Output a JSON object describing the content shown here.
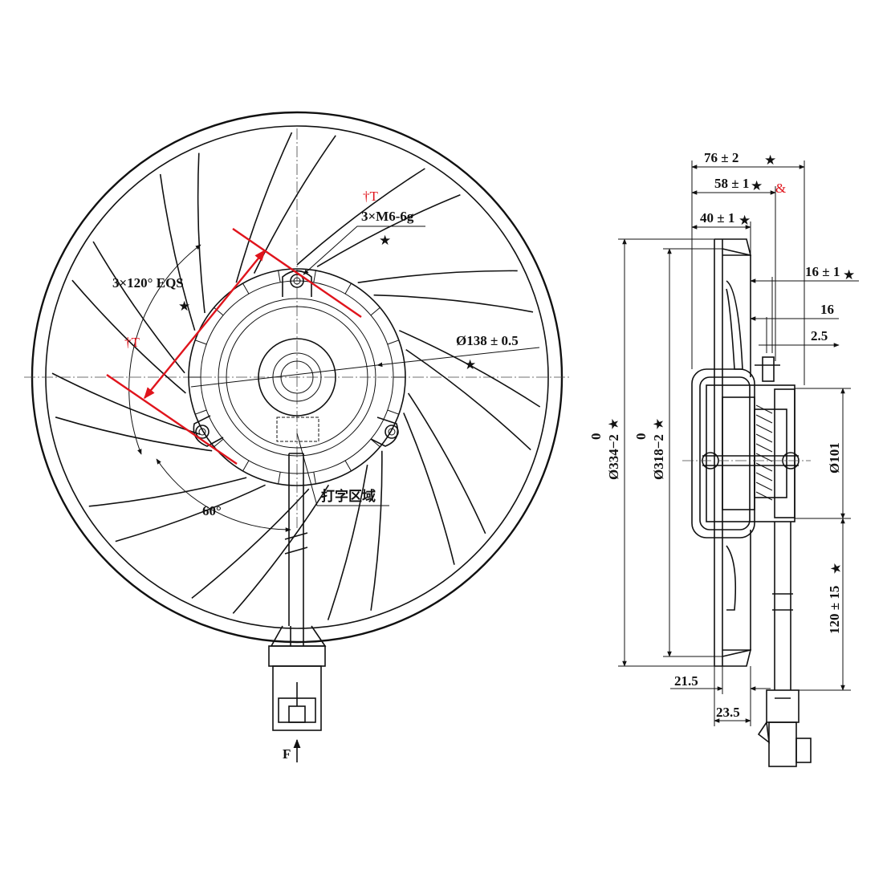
{
  "front_view": {
    "mount_holes": "3×M6-6g",
    "angular_spacing": "3×120° EQS",
    "hub_diameter": "Ø138 ± 0.5",
    "angle": "60°",
    "marking_area": "打字区域",
    "view_arrow_label": "F",
    "star_symbol": "★",
    "red_mark": "†T"
  },
  "side_view": {
    "dim_total_depth": "76 ± 2",
    "dim_motor_depth": "58 ± 1",
    "dim_ring_depth": "40 ± 1",
    "dim_16_tol": "16 ± 1",
    "dim_16": "16",
    "dim_2_5": "2.5",
    "dim_outer_diameter": "Ø334−2",
    "dim_outer_upper_tol": "0",
    "dim_inner_diameter": "Ø318−2",
    "dim_inner_upper_tol": "0",
    "dim_motor_diameter": "Ø101",
    "dim_cable_length": "120 ± 15",
    "dim_21_5": "21.5",
    "dim_23_5": "23.5",
    "star_symbol": "★",
    "red_mark": "&"
  },
  "colors": {
    "line": "#111111",
    "annotation_red": "#e0141c"
  }
}
